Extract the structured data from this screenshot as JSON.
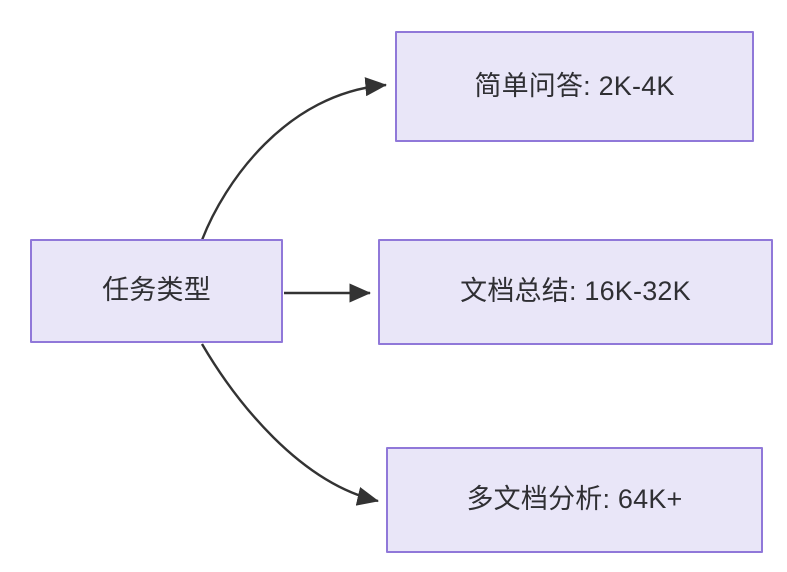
{
  "diagram": {
    "type": "flowchart",
    "direction": "left-to-right",
    "background_color": "#ffffff",
    "node_fill_color": "#e9e6f8",
    "node_border_color": "#9078d9",
    "node_text_color": "#2f2f33",
    "edge_color": "#333333",
    "nodes": [
      {
        "id": "root",
        "label": "任务类型"
      },
      {
        "id": "simple",
        "label": "简单问答: 2K-4K"
      },
      {
        "id": "summary",
        "label": "文档总结: 16K-32K"
      },
      {
        "id": "multidoc",
        "label": "多文档分析: 64K+"
      }
    ],
    "edges": [
      {
        "from": "root",
        "to": "simple",
        "style": "curved",
        "arrow": "triangle",
        "label": ""
      },
      {
        "from": "root",
        "to": "summary",
        "style": "straight",
        "arrow": "triangle",
        "label": ""
      },
      {
        "from": "root",
        "to": "multidoc",
        "style": "curved",
        "arrow": "triangle",
        "label": ""
      }
    ]
  }
}
